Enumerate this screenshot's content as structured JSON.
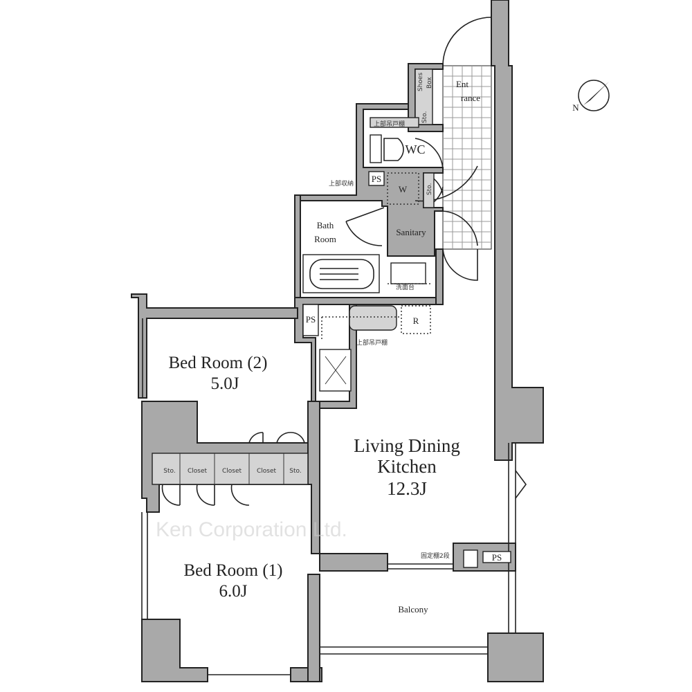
{
  "rooms": {
    "entrance": [
      "Ent",
      "rance"
    ],
    "shoes_box": [
      "Shoes",
      "Box"
    ],
    "storage": "Sto.",
    "wc": "WC",
    "ps": "PS",
    "washer": "W",
    "bath_room": [
      "Bath",
      "Room"
    ],
    "sanitary": "Sanitary",
    "refrigerator": "R",
    "bed_room_2": {
      "name": "Bed Room (2)",
      "size": "5.0J"
    },
    "bed_room_1": {
      "name": "Bed Room (1)",
      "size": "6.0J"
    },
    "ldk": {
      "name_line1": "Living Dining",
      "name_line2": "Kitchen",
      "size": "12.3J"
    },
    "closet": "Closet",
    "balcony": "Balcony"
  },
  "annotations": {
    "upper_cabinet_wc": "上部吊戸棚",
    "upper_shelf": "上部収納",
    "sanitary_lower": "洗面台",
    "upper_cabinet_kitchen": "上部吊戸棚",
    "fixed_shelf": "固定棚2段"
  },
  "compass": {
    "label": "N"
  },
  "watermark": "Ken Corporation Ltd."
}
